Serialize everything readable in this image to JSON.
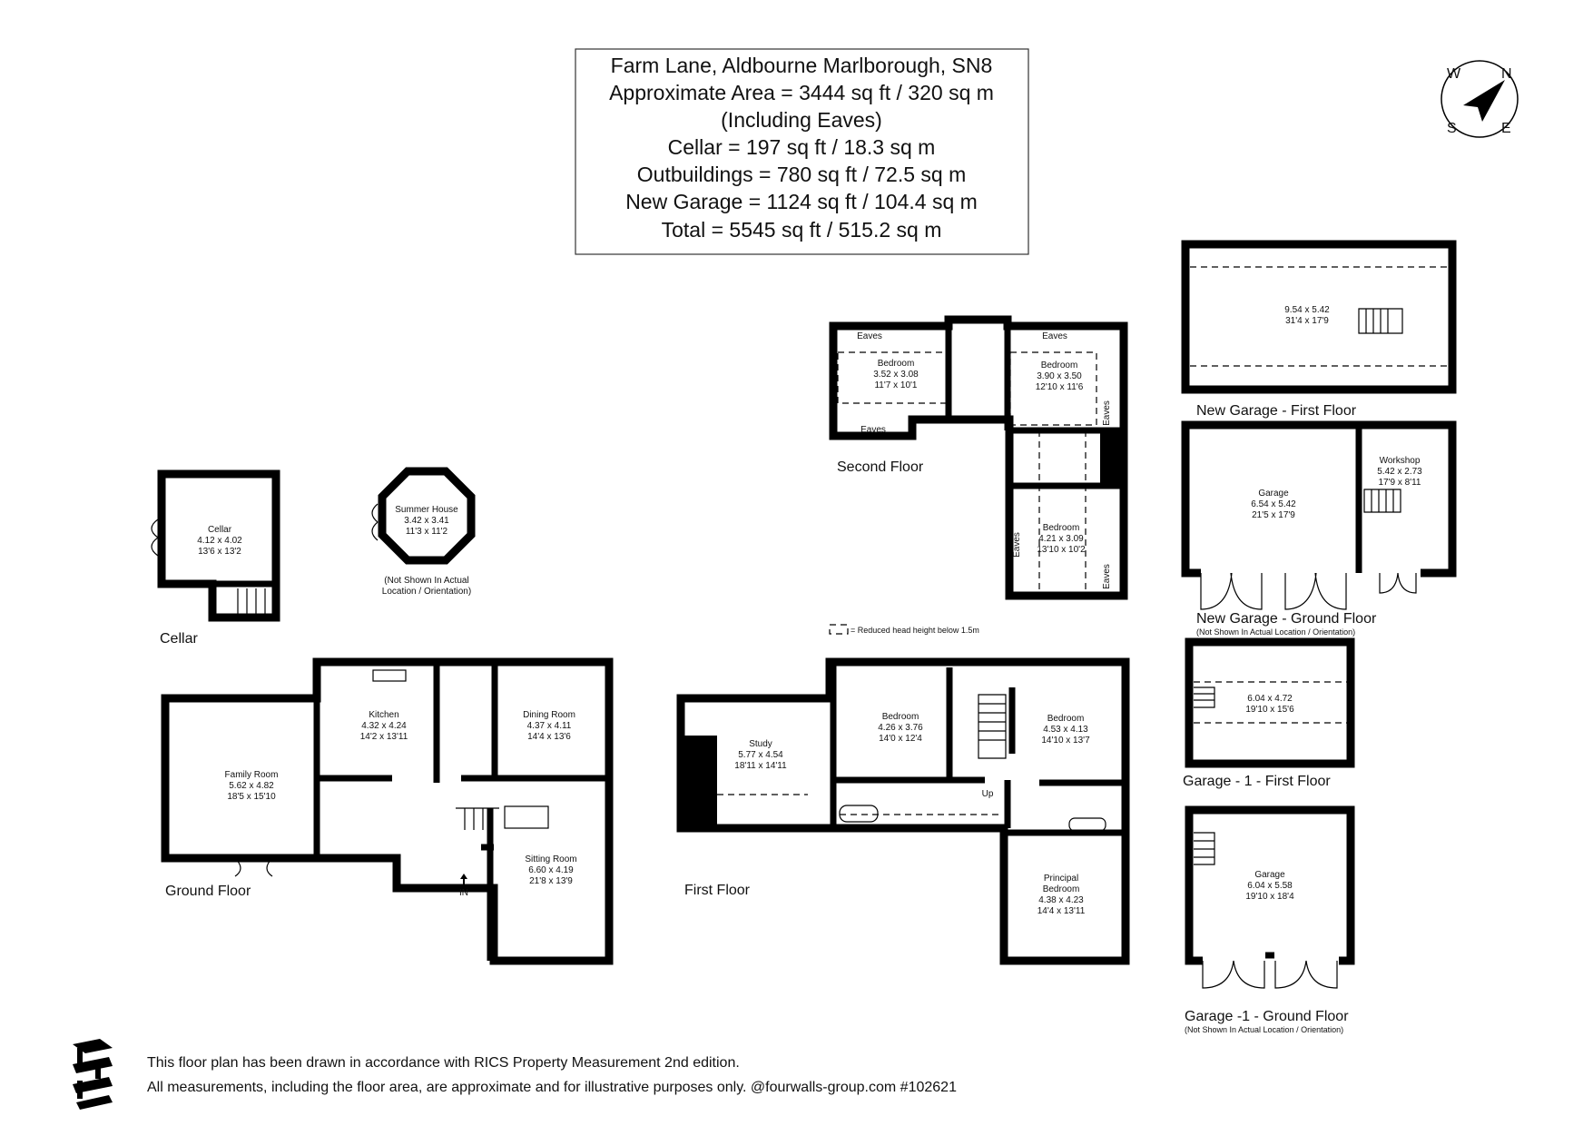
{
  "header": {
    "lines": [
      "Farm Lane, Aldbourne Marlborough, SN8",
      "Approximate Area = 3444 sq ft / 320 sq m",
      "(Including Eaves)",
      "Cellar = 197 sq ft / 18.3 sq m",
      "Outbuildings  = 780 sq ft / 72.5 sq m",
      "New Garage  = 1124 sq ft / 104.4 sq m",
      "Total = 5545 sq ft / 515.2 sq m"
    ]
  },
  "compass": {
    "icon": "compass-icon",
    "w": "W",
    "n": "N",
    "s": "S",
    "e": "E"
  },
  "cellar": {
    "label": "Cellar",
    "room": {
      "name": "Cellar",
      "metric": "4.12 x 4.02",
      "imperial": "13'6 x 13'2"
    }
  },
  "summer_house": {
    "name": "Summer House",
    "metric": "3.42 x 3.41",
    "imperial": "11'3 x 11'2",
    "note1": "(Not Shown In Actual",
    "note2": "Location / Orientation)"
  },
  "ground_floor": {
    "label": "Ground Floor",
    "entrance": "IN",
    "rooms": [
      {
        "name": "Family Room",
        "metric": "5.62 x 4.82",
        "imperial": "18'5 x 15'10"
      },
      {
        "name": "Kitchen",
        "metric": "4.32 x 4.24",
        "imperial": "14'2 x 13'11"
      },
      {
        "name": "Dining Room",
        "metric": "4.37 x 4.11",
        "imperial": "14'4 x 13'6"
      },
      {
        "name": "Sitting Room",
        "metric": "6.60 x 4.19",
        "imperial": "21'8 x 13'9"
      }
    ]
  },
  "first_floor": {
    "label": "First Floor",
    "stairs": "Up",
    "rooms": [
      {
        "name": "Study",
        "metric": "5.77 x 4.54",
        "imperial": "18'11 x 14'11"
      },
      {
        "name": "Bedroom",
        "metric": "4.26 x 3.76",
        "imperial": "14'0 x 12'4"
      },
      {
        "name": "Bedroom",
        "metric": "4.53 x 4.13",
        "imperial": "14'10 x 13'7"
      },
      {
        "name1": "Principal",
        "name": "Bedroom",
        "metric": "4.38 x 4.23",
        "imperial": "14'4 x 13'11"
      }
    ]
  },
  "second_floor": {
    "label": "Second Floor",
    "eaves": "Eaves",
    "legend": "= Reduced head height below 1.5m",
    "rooms": [
      {
        "name": "Bedroom",
        "metric": "3.52 x 3.08",
        "imperial": "11'7 x 10'1"
      },
      {
        "name": "Bedroom",
        "metric": "3.90 x 3.50",
        "imperial": "12'10 x 11'6"
      },
      {
        "name": "Bedroom",
        "metric": "4.21 x 3.09",
        "imperial": "13'10 x 10'2"
      }
    ]
  },
  "new_garage_first": {
    "label": "New Garage  - First Floor",
    "metric": "9.54 x 5.42",
    "imperial": "31'4 x 17'9"
  },
  "new_garage_ground": {
    "label": "New Garage  - Ground Floor",
    "note": "(Not Shown In Actual Location / Orientation)",
    "garage": {
      "name": "Garage",
      "metric": "6.54 x 5.42",
      "imperial": "21'5 x 17'9"
    },
    "workshop": {
      "name": "Workshop",
      "metric": "5.42 x 2.73",
      "imperial": "17'9 x 8'11"
    }
  },
  "garage1_first": {
    "label": "Garage - 1 - First Floor",
    "metric": "6.04 x 4.72",
    "imperial": "19'10 x 15'6"
  },
  "garage1_ground": {
    "label": "Garage -1 - Ground Floor",
    "note": "(Not Shown In Actual Location / Orientation)",
    "garage": {
      "name": "Garage",
      "metric": "6.04 x 5.58",
      "imperial": "19'10 x 18'4"
    }
  },
  "footer": {
    "logo": "fourwalls-logo",
    "line1": "This floor plan has been drawn in accordance with RICS Property Measurement 2nd edition.",
    "line2": "All measurements, including the floor area, are approximate and for illustrative purposes only. @fourwalls-group.com #102621"
  }
}
